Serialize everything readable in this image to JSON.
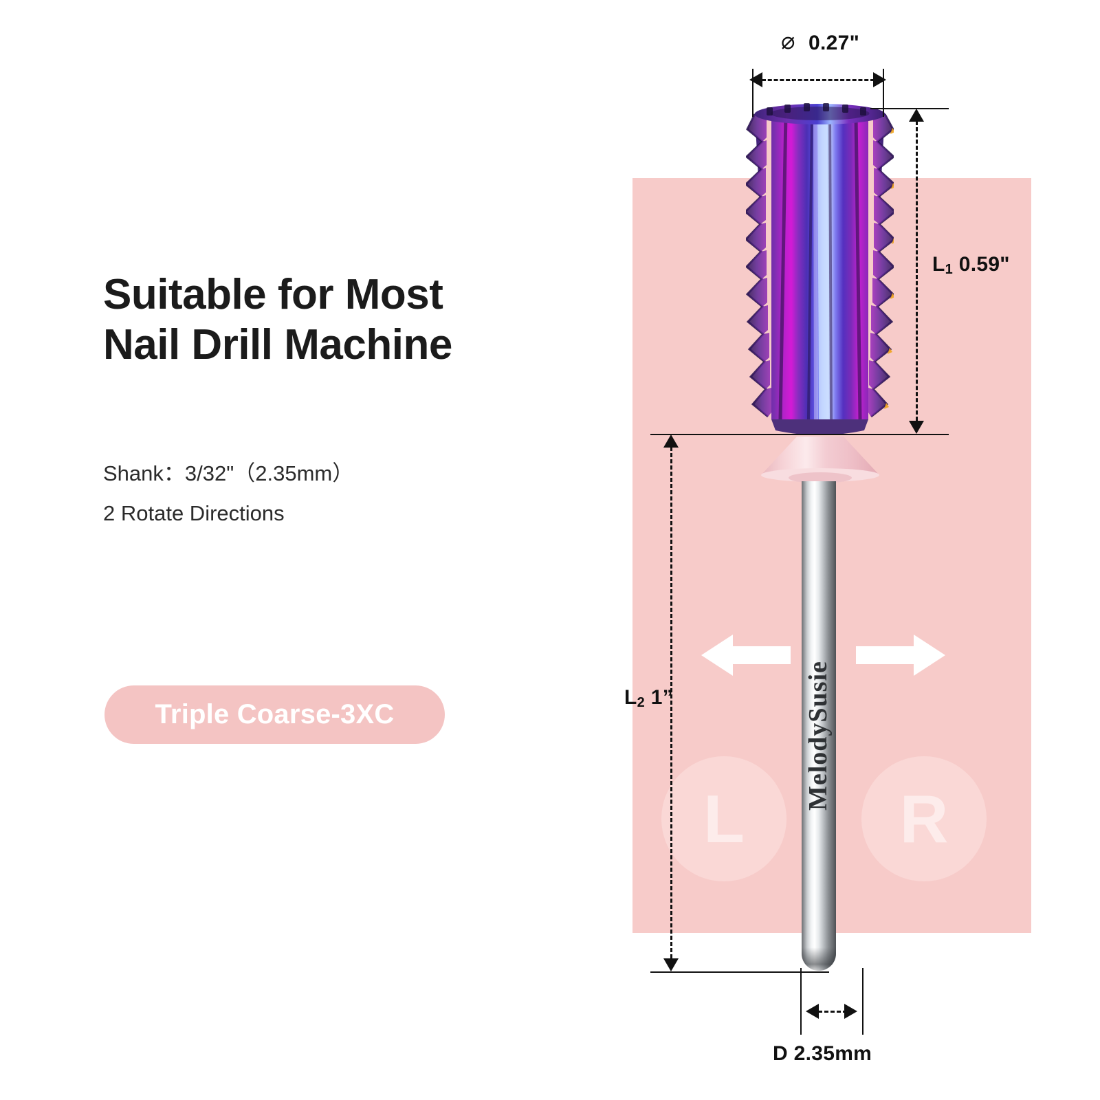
{
  "headline": {
    "line1": "Suitable for Most",
    "line2": "Nail Drill Machine"
  },
  "specs": {
    "shank": "Shank：3/32\"（2.35mm）",
    "rotate": "2 Rotate Directions"
  },
  "badge": {
    "label": "Triple Coarse-3XC",
    "background_color": "#f4c4c3",
    "text_color": "#ffffff"
  },
  "dimensions": {
    "diameter_symbol": "⌀",
    "diameter_value": "0.27\"",
    "head_length_label": "L",
    "head_length_sub": "1",
    "head_length_value": "0.59\"",
    "total_length_label": "L",
    "total_length_sub": "2",
    "total_length_value": "1”",
    "shank_diameter": "D 2.35mm"
  },
  "rotation": {
    "left_letter": "L",
    "right_letter": "R",
    "left_arrow_icon": "arrow-left-icon",
    "right_arrow_icon": "arrow-right-icon"
  },
  "product": {
    "brand": "MelodySusie",
    "panel_color": "#f7cbc9",
    "circle_color": "#fad8d6",
    "bit_finish": "iridescent-purple"
  }
}
